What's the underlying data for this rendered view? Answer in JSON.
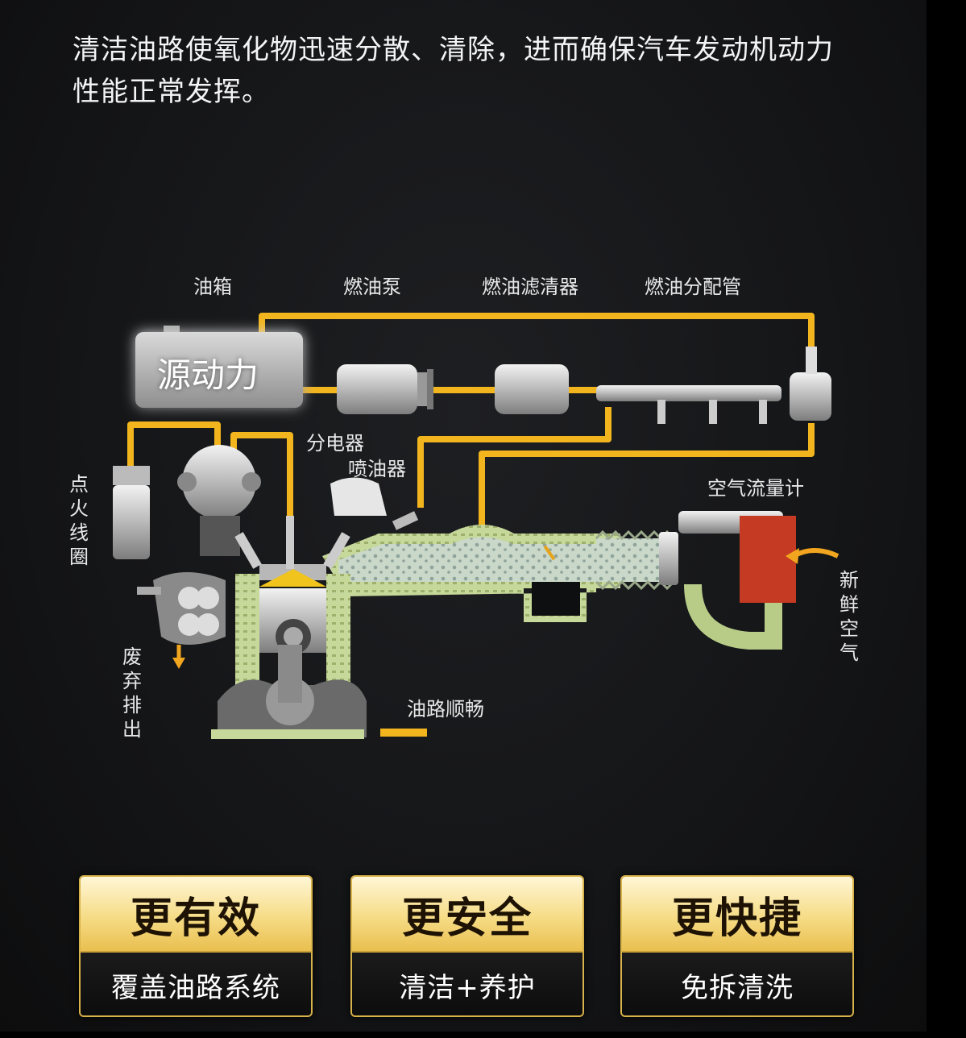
{
  "intro_text": "清洁油路使氧化物迅速分散、清除，进而确保汽车发动机动力性能正常发挥。",
  "diagram": {
    "brand_label": "源动力",
    "labels": {
      "fuel_tank": "油箱",
      "fuel_pump": "燃油泵",
      "fuel_filter": "燃油滤清器",
      "fuel_rail": "燃油分配管",
      "distributor": "分电器",
      "injector": "喷油器",
      "air_flow_meter": "空气流量计",
      "ignition_coil": "点火线圈",
      "fresh_air": "新鲜空气",
      "exhaust": "废弃排出",
      "legend": "油路顺畅"
    },
    "colors": {
      "fuel_line": "#f2b51e",
      "intake": "#cfe0a8",
      "piston_top": "#f0c41c",
      "filter_box": "#c43a22"
    }
  },
  "cards": [
    {
      "title": "更有效",
      "subtitle": "覆盖油路系统"
    },
    {
      "title": "更安全",
      "subtitle": "清洁+养护"
    },
    {
      "title": "更快捷",
      "subtitle": "免拆清洗"
    }
  ]
}
